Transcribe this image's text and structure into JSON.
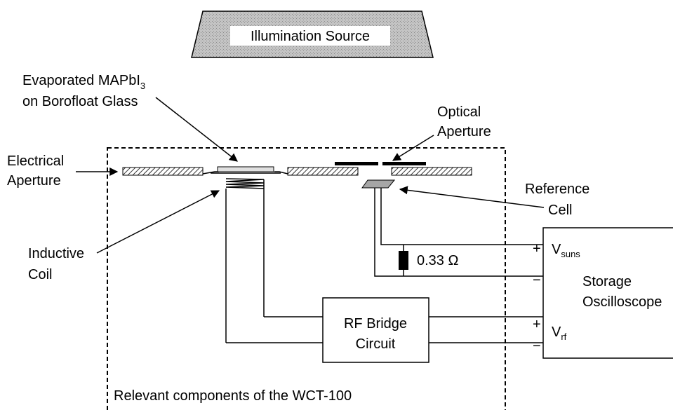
{
  "labels": {
    "illumination_source": "Illumination Source",
    "evaporated_line1": "Evaporated MAPbI",
    "evaporated_sub": "3",
    "evaporated_line2": "on Borofloat Glass",
    "optical_line1": "Optical",
    "optical_line2": "Aperture",
    "electrical_line1": "Electrical",
    "electrical_line2": "Aperture",
    "reference_line1": "Reference",
    "reference_line2": "Cell",
    "inductive_line1": "Inductive",
    "inductive_line2": "Coil",
    "resistor_value": "0.33 Ω",
    "storage_line1": "Storage",
    "storage_line2": "Oscilloscope",
    "vsuns_main": "V",
    "vsuns_sub": "suns",
    "vrf_main": "V",
    "vrf_sub": "rf",
    "plus": "+",
    "minus": "−",
    "rf_bridge_line1": "RF Bridge",
    "rf_bridge_line2": "Circuit",
    "wct_caption": "Relevant components of the WCT-100"
  },
  "colors": {
    "source_fill": "#c8c8c8",
    "ref_cell_fill": "#a6a6a6",
    "sample_fill": "#d9d9d9"
  }
}
